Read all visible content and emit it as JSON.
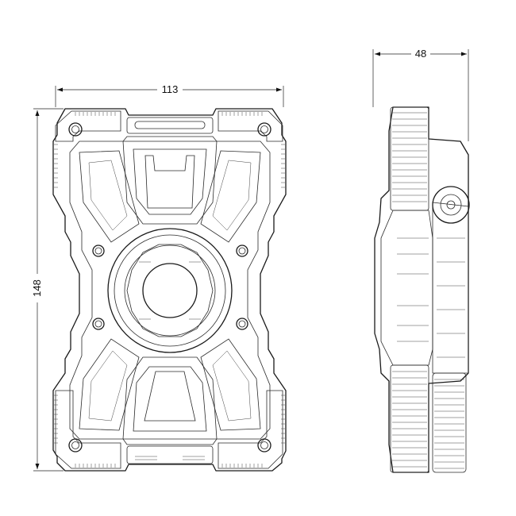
{
  "drawing": {
    "width_label": "113",
    "height_label": "148",
    "depth_label": "48"
  },
  "colors": {
    "line": "#1a1a1a",
    "background": "#ffffff"
  }
}
